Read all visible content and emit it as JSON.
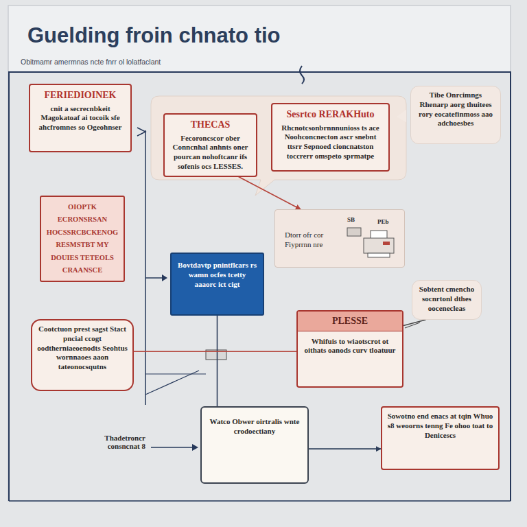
{
  "diagram": {
    "title": "Guelding froin chnato tio",
    "caption": "Obitmamr amermnas ncte fnrr ol lolatfaclant",
    "nodes": [
      {
        "text": [
          "FERIEDIOINEK",
          "cnit a secrecnbkeit Magokatoaf ai tocoik sfe ahcfromnes so Ogeohnser"
        ]
      },
      {
        "text": [
          "THECAS",
          "Fecoroncscor ober Conncnhal anhnts oner pourcan nohoftcanr ifs sofenis ocs LESSES."
        ]
      },
      {
        "text": [
          "Sesrtco RERAKHuto",
          "Rhcnotcsonbrnnnunioss ts ace Noohconcnecton ascr snebnt ttsrr Sepnoed cioncnatston toccrerr omspeto sprmatpe"
        ]
      },
      {
        "text": [
          "Tibe Onrcimngs Rhenarp aorg thuitees rory eocatefinmoss aao adchoesbes"
        ]
      },
      {
        "text": [
          "OIOPTK ECRONSRSAN HOCSSRCBCKENOG RESMSTBT MY DOUIES TETEOLS CRAANSCE"
        ]
      },
      {
        "text": [
          "Dtorr ofr cor Fiyprrnn nre"
        ]
      },
      {
        "text": [
          "Bovtdavtp pnintflcars rs wamn ocfes tcetty aaaorc ict cigt"
        ]
      },
      {
        "text": [
          "Sobtent cmencho socnrtonl dthes oocenecleas"
        ]
      },
      {
        "text": [
          "PLESSE",
          "Whifuis to wiaotscrot ot oithats oanods curv tloatuur"
        ]
      },
      {
        "text": [
          "Cootctuon prest sagst Stact pncial ccogt oodtherniaeoenodts Seohtus wornnaoes aaon tateonocsqutns"
        ]
      },
      {
        "text": [
          "Watco Obwer oirtralis wnte crodoectiany"
        ]
      },
      {
        "text": [
          "Sowotno end enacs at tqin Whuo s8 weoorns tenng Fe ohoo toat to Denicescs"
        ]
      }
    ],
    "edges": [
      {
        "from": 1,
        "to": 5,
        "arrow": "to"
      },
      {
        "from": 6,
        "to": 10,
        "arrow": "none"
      },
      {
        "from": 9,
        "to": 8,
        "arrow": "none"
      },
      {
        "from": 8,
        "to": 7,
        "arrow": "none"
      },
      {
        "from": 10,
        "to": 11,
        "arrow": "to"
      }
    ],
    "labels": [
      "SB",
      "PEb",
      "Thadetroncr consncnat 8"
    ]
  }
}
